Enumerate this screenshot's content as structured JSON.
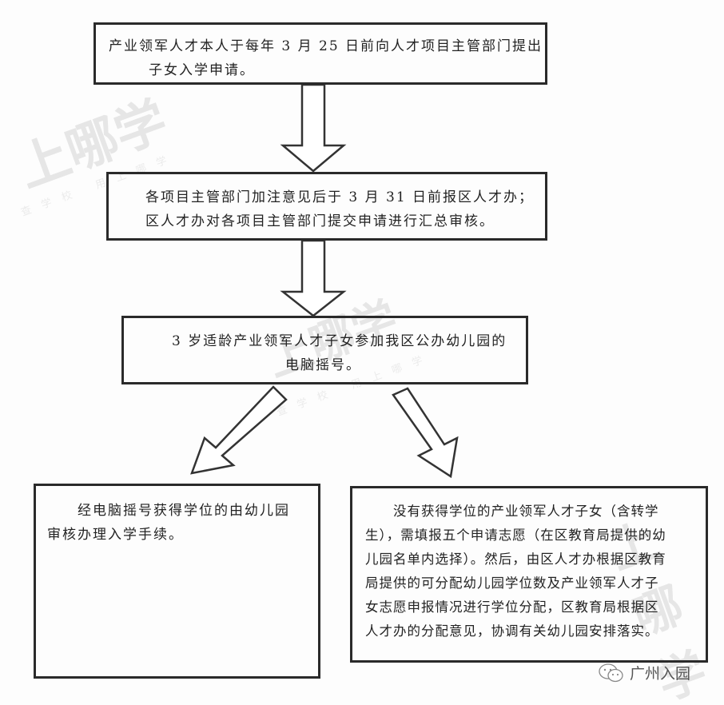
{
  "watermark": {
    "main": "上哪学",
    "sub": "查学校 用上哪学"
  },
  "steps": [
    {
      "lines": [
        "产业领军人才本人于每年 3 月 25 日前向人才项目主管部门提出",
        "子女入学申请。"
      ]
    },
    {
      "lines": [
        "各项目主管部门加注意见后于 3 月 31 日前报区人才办；",
        "区人才办对各项目主管部门提交申请进行汇总审核。"
      ]
    },
    {
      "lines": [
        "3 岁适龄产业领军人才子女参加我区公办幼儿园的",
        "电脑摇号。"
      ]
    }
  ],
  "outcomes": [
    {
      "lines": [
        "　　经电脑摇号获得学位的由幼儿园",
        "审核办理入学手续。"
      ]
    },
    {
      "lines": [
        "　　没有获得学位的产业领军人才子女（含转学",
        "生），需填报五个申请志愿（在区教育局提供的幼",
        "儿园名单内选择）。然后，由区人才办根据区教育",
        "局提供的可分配幼儿园学位数及产业领军人才子",
        "女志愿申报情况进行学位分配，区教育局根据区",
        "人才办的分配意见，协调有关幼儿园安排落实。"
      ]
    }
  ],
  "footer": {
    "label": "广州入园"
  }
}
